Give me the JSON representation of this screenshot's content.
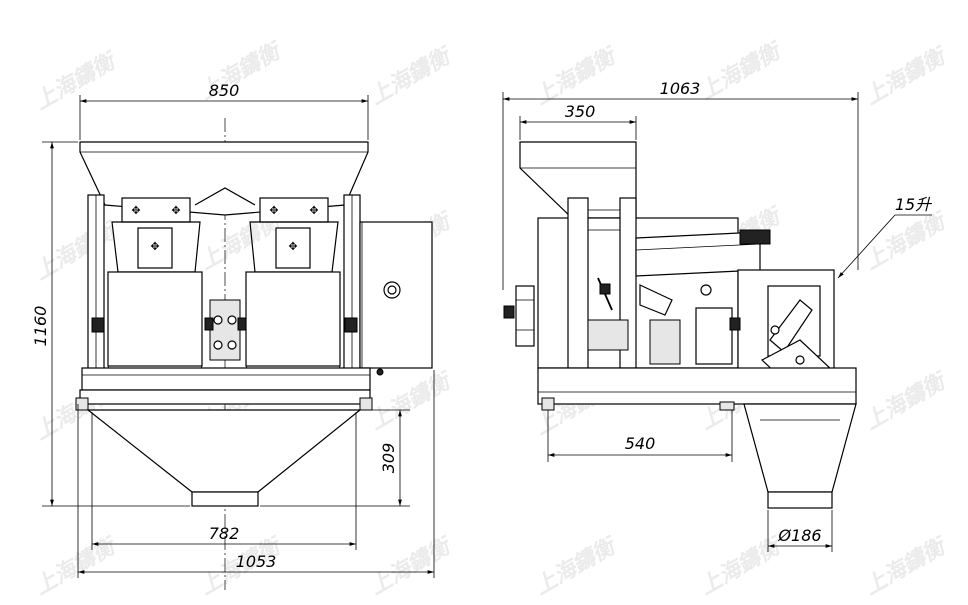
{
  "watermark": "上海鑄衡",
  "front_view": {
    "width_top": "850",
    "height_total": "1160",
    "funnel_height": "309",
    "base_width": "782",
    "overall_width": "1053"
  },
  "side_view": {
    "overall_depth": "1063",
    "hopper_depth": "350",
    "base_depth": "540",
    "volume_label": "15升",
    "outlet_diameter": "Ø186"
  }
}
